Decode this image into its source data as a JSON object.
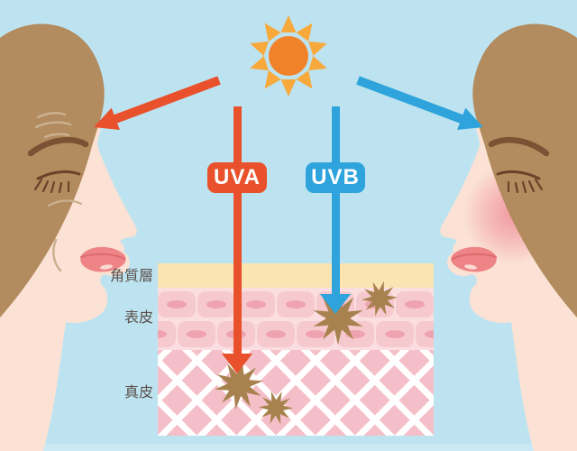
{
  "labels": {
    "uva": "UVA",
    "uvb": "UVB"
  },
  "skin_layers": [
    {
      "label": "角質層"
    },
    {
      "label": "表皮"
    },
    {
      "label": "真皮"
    }
  ],
  "colors": {
    "background": "#BEE3F0",
    "uva_red": "#E8512B",
    "uvb_blue": "#2EA3DC",
    "sun_core": "#F0832A",
    "sun_rays": "#F7A93C",
    "hair": "#B28B5E",
    "skin": "#FBE2D4",
    "corneum": "#FAE4B2",
    "epidermis_bg": "#FBDEE0",
    "cell": "#F6C9CE",
    "nucleus": "#EFA2B0",
    "dermis": "#F5BFC9",
    "damage_star": "#A7824E",
    "layer_label_text": "#59504A"
  }
}
